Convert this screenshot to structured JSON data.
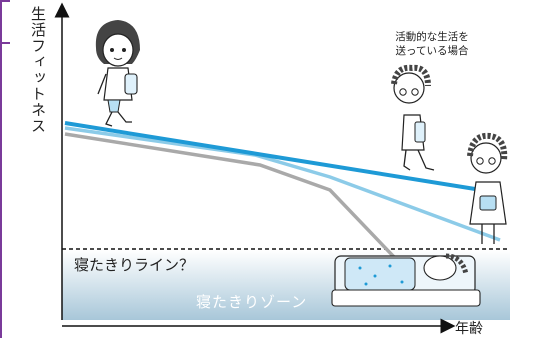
{
  "diagram": {
    "y_axis_label": "生活フィットネス",
    "x_axis_label": "年齢",
    "annotation": "活動的な生活を\n送っている場合",
    "bedridden_line_label": "寝たきりライン？",
    "bedridden_zone_label": "寝たきりゾーン",
    "colors": {
      "active_line": "#1e9ad6",
      "middle_line": "#8ccbe8",
      "decline_line": "#a9a9a9",
      "zone_top": "#ffffff",
      "zone_bottom": "#a8c7d9",
      "frame": "#7a3a9a"
    },
    "figures": [
      "walking-girl-icon",
      "walking-elderly-woman-icon",
      "standing-elderly-woman-icon",
      "bedridden-person-icon"
    ]
  }
}
